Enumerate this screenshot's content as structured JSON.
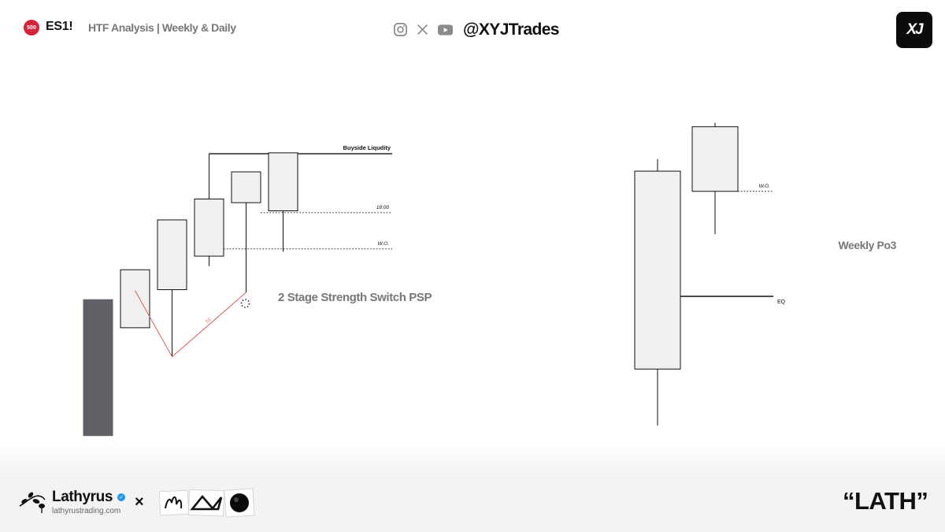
{
  "header": {
    "badge_text": "500",
    "ticker": "ES1!",
    "subtitle": "HTF Analysis | Weekly & Daily",
    "handle": "@XYJTrades",
    "logo_text": "XJ",
    "social_icons": [
      "instagram-icon",
      "x-icon",
      "youtube-icon"
    ]
  },
  "colors": {
    "badge": "#d8213a",
    "bull_candle": "#f0f0f0",
    "bear_candle": "#5f6166",
    "outline": "#111111",
    "swing_line": "#e05a5a",
    "verified": "#2196f3",
    "label_gray": "#777777"
  },
  "chart_data": [
    {
      "type": "candlestick",
      "title": "2 Stage Strength Switch PSP",
      "candles": [
        {
          "o": 152,
          "h": 112,
          "l": 22,
          "c": 2
        },
        {
          "o": 121,
          "h": 146,
          "l": 162,
          "c": 185
        },
        {
          "o": 163,
          "h": 225,
          "l": 89,
          "c": 240
        },
        {
          "o": 200,
          "h": 262,
          "l": 189,
          "c": 263
        },
        {
          "o": 259,
          "h": 286,
          "l": 160,
          "c": 293
        },
        {
          "o": 250,
          "h": 308,
          "l": 205,
          "c": 314
        }
      ],
      "levels": [
        {
          "label": "Buyside Liqudity",
          "value": 313,
          "style": "solid"
        },
        {
          "label": "18:00",
          "value": 248,
          "style": "dotted"
        },
        {
          "label": "W.O.",
          "value": 208,
          "style": "dotted"
        }
      ],
      "swing_label": "SS",
      "ylim": [
        0,
        400
      ]
    },
    {
      "type": "candlestick",
      "title": "Weekly Po3",
      "candles": [
        {
          "o": 70,
          "h": 330,
          "l": 0,
          "c": 315
        },
        {
          "o": 290,
          "h": 375,
          "l": 237,
          "c": 370
        }
      ],
      "levels": [
        {
          "label": "W.O.",
          "value": 290,
          "style": "dotted"
        },
        {
          "label": "EQ",
          "value": 160,
          "style": "solid"
        }
      ],
      "ylim": [
        0,
        400
      ]
    }
  ],
  "footer": {
    "brand_name": "Lathyrus",
    "brand_site": "lathyrustrading.com",
    "times_symbol": "×",
    "quote": "“LATH”"
  }
}
